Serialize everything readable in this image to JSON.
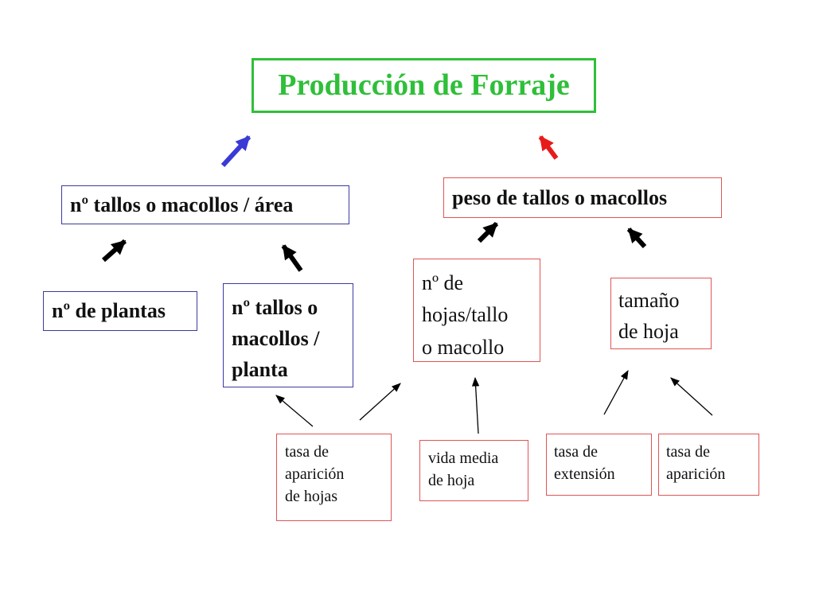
{
  "diagram": {
    "title": "Producción de Forraje",
    "nodes": {
      "tallos_area": "nº tallos o macollos / área",
      "peso_tallos": "peso de tallos o macollos",
      "plantas": "nº de plantas",
      "tallos_planta": [
        "nº tallos o",
        "macollos /",
        "planta"
      ],
      "hojas_tallo": [
        "nº de",
        "hojas/tallo",
        "o macollo"
      ],
      "tamano_hoja": [
        "tamaño",
        "de hoja"
      ],
      "tasa_aparicion_hojas": [
        "tasa de",
        "aparición",
        "de hojas"
      ],
      "vida_media": [
        "vida media",
        "de hoja"
      ],
      "tasa_extension": [
        "tasa de",
        "extensión"
      ],
      "tasa_aparicion": [
        "tasa de",
        "aparición"
      ]
    },
    "colors": {
      "title": "#2fbf3a",
      "blue_box": "#3b3ba0",
      "red_box": "#e05555",
      "blue_arrow": "#3a3ad6",
      "red_arrow": "#e81b1b"
    }
  }
}
